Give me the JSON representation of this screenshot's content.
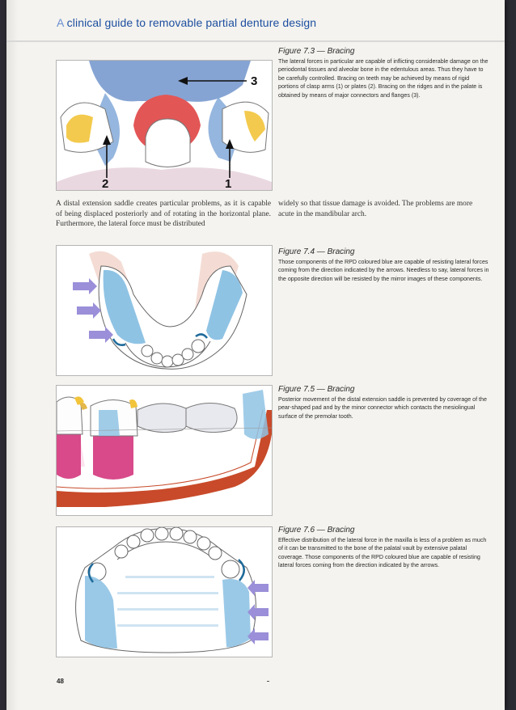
{
  "header": {
    "lead": "A",
    "title": "clinical guide to removable partial denture design"
  },
  "fig73": {
    "title": "Figure 7.3 — Bracing",
    "body": "The lateral forces in particular are capable of inflicting considerable damage on the periodontal tissues and alveolar bone in the edentulous areas. Thus they have to be carefully controlled. Bracing on teeth may be achieved by means of rigid portions of clasp arms (1) or plates (2). Bracing on the ridges and in the palate is obtained by means of major connectors and flanges (3).",
    "label_1": "1",
    "label_2": "2",
    "label_3": "3"
  },
  "text": {
    "left": "A distal extension saddle creates particular problems, as it is capable of being displaced posteriorly and of rotating in the horizontal plane. Furthermore, the lateral force must be distributed",
    "right": "widely so that tissue damage is avoided. The problems are more acute in the mandibular arch."
  },
  "fig74": {
    "title": "Figure 7.4 — Bracing",
    "body": "Those components of the RPD coloured blue are capable of resisting lateral forces coming from the direction indicated by the arrows. Needless to say, lateral forces in the opposite direction will be resisted by the mirror images of these components."
  },
  "fig75": {
    "title": "Figure 7.5 — Bracing",
    "body": "Posterior movement of the distal extension saddle is prevented by coverage of the pear-shaped pad and by the minor connector which contacts the mesiolingual surface of the premolar tooth."
  },
  "fig76": {
    "title": "Figure 7.6 — Bracing",
    "body": "Effective distribution of the lateral force in the maxilla is less of a problem as much of it can be transmitted to the bone of the palatal vault by extensive palatal coverage. Those components of the RPD coloured blue are capable of resisting lateral forces coming from the direction indicated by the arrows."
  },
  "page_number": "48",
  "colors": {
    "header_blue": "#1e4fa0",
    "brace_blue": "#8fc3e4",
    "arrow_lilac": "#9a8fd8",
    "gum_pink": "#d84a8a",
    "bone_red": "#c84a2a",
    "clasp_yellow": "#f2c43a"
  }
}
